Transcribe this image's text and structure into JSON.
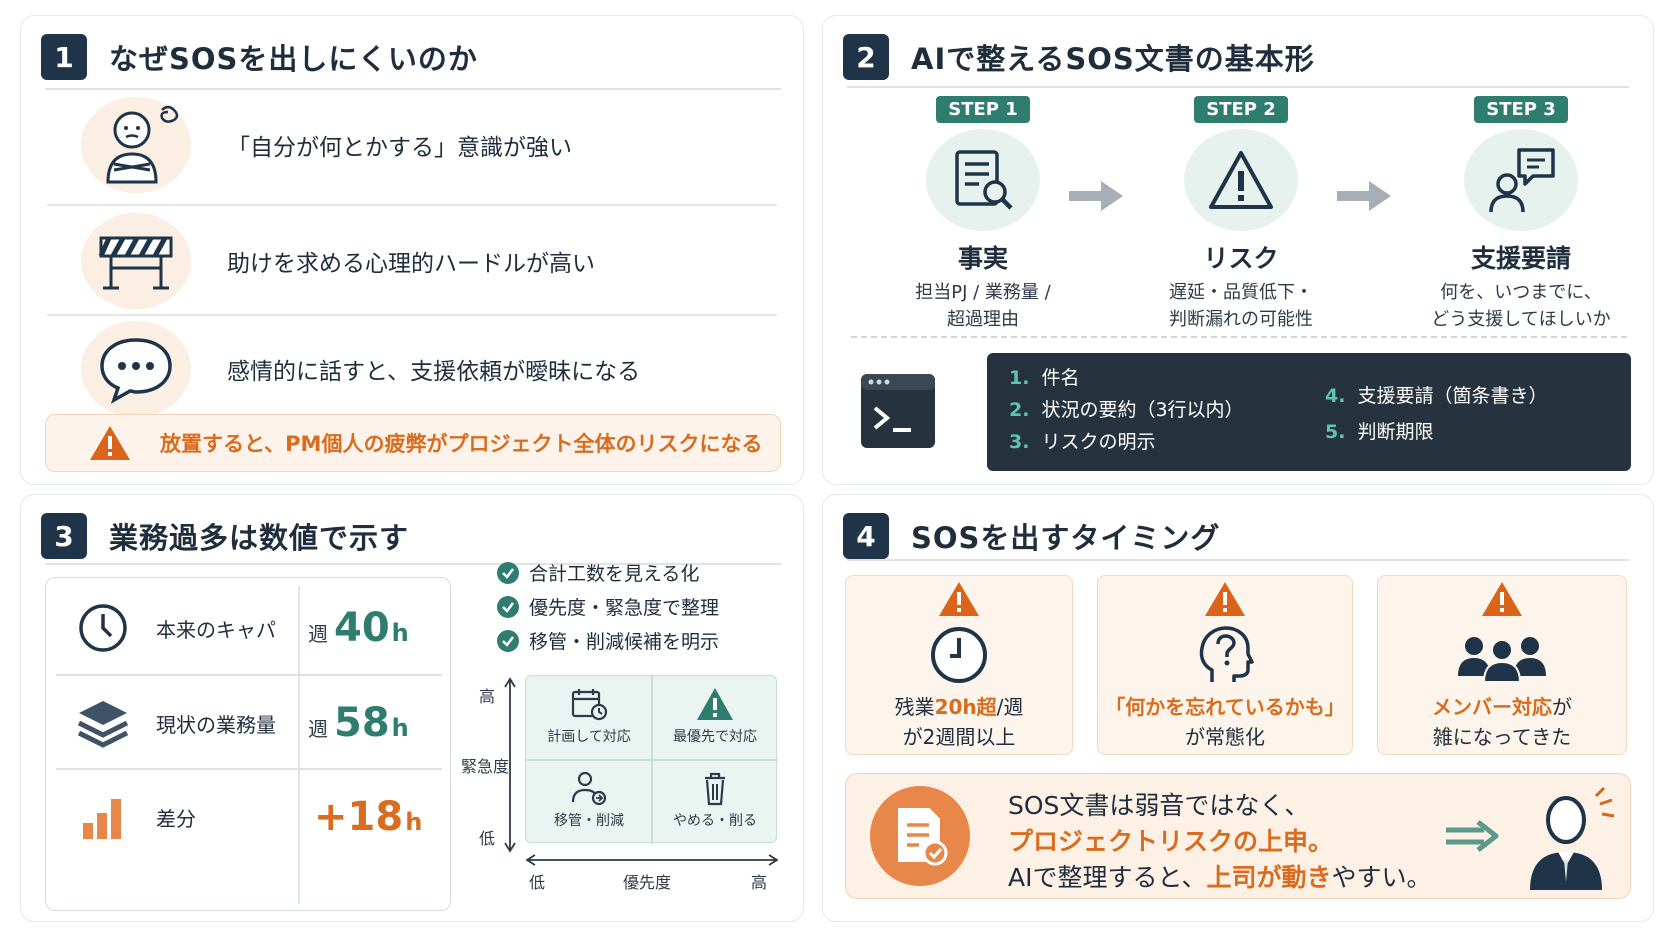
{
  "panels": {
    "p1": {
      "num": "1",
      "title": "なぜSOSを出しにくいのか",
      "items": [
        {
          "text": "「自分が何とかする」意識が強い",
          "icon": "stressed-person-icon"
        },
        {
          "text": "助けを求める心理的ハードルが高い",
          "icon": "barrier-icon"
        },
        {
          "text": "感情的に話すと、支援依頼が曖昧になる",
          "icon": "speech-bubble-icon"
        }
      ],
      "warning": "放置すると、PM個人の疲弊がプロジェクト全体のリスクになる"
    },
    "p2": {
      "num": "2",
      "title": "AIで整えるSOS文書の基本形",
      "steps": [
        {
          "badge": "STEP 1",
          "title": "事実",
          "desc1": "担当PJ / 業務量 /",
          "desc2": "超過理由",
          "icon": "document-search-icon"
        },
        {
          "badge": "STEP 2",
          "title": "リスク",
          "desc1": "遅延・品質低下・",
          "desc2": "判断漏れの可能性",
          "icon": "warning-icon"
        },
        {
          "badge": "STEP 3",
          "title": "支援要請",
          "desc1": "何を、いつまでに、",
          "desc2": "どう支援してほしいか",
          "icon": "person-chat-icon"
        }
      ],
      "list": [
        {
          "n": "1.",
          "t": "件名"
        },
        {
          "n": "2.",
          "t": "状況の要約（3行以内）"
        },
        {
          "n": "3.",
          "t": "リスクの明示"
        },
        {
          "n": "4.",
          "t": "支援要請（箇条書き）"
        },
        {
          "n": "5.",
          "t": "判断期限"
        }
      ]
    },
    "p3": {
      "num": "3",
      "title": "業務過多は数値で示す",
      "rows": [
        {
          "label": "本来のキャパ",
          "prefix": "週",
          "value": "40",
          "unit": "h",
          "icon": "clock-icon"
        },
        {
          "label": "現状の業務量",
          "prefix": "週",
          "value": "58",
          "unit": "h",
          "icon": "layers-icon"
        },
        {
          "label": "差分",
          "prefix": "",
          "value": "+18",
          "unit": "h",
          "icon": "bar-chart-icon"
        }
      ],
      "checks": [
        "合計工数を見える化",
        "優先度・緊急度で整理",
        "移管・削減候補を明示"
      ],
      "matrix": {
        "cells": [
          "計画して対応",
          "最優先で対応",
          "移管・削減",
          "やめる・削る"
        ],
        "y_label": "緊急度",
        "y_high": "高",
        "y_low": "低",
        "x_label": "優先度",
        "x_low": "低",
        "x_high": "高"
      }
    },
    "p4": {
      "num": "4",
      "title": "SOSを出すタイミング",
      "cards": [
        {
          "a": "残業",
          "b": "20h超",
          "c": "/週",
          "d": "が2週間以上"
        },
        {
          "a": "",
          "b": "「何かを忘れているかも」",
          "c": "",
          "d": "が常態化"
        },
        {
          "a": "",
          "b": "メンバー対応",
          "c": "が",
          "d": "雑になってきた"
        }
      ],
      "summary": {
        "line1": "SOS文書は弱音ではなく、",
        "line2": "プロジェクトリスクの上申。",
        "line3a": "AIで整理すると、",
        "line3b": "上司が動き",
        "line3c": "やすい。"
      }
    }
  },
  "colors": {
    "navy": "#1f3448",
    "teal": "#2e7d6e",
    "orange": "#d96c1e"
  }
}
